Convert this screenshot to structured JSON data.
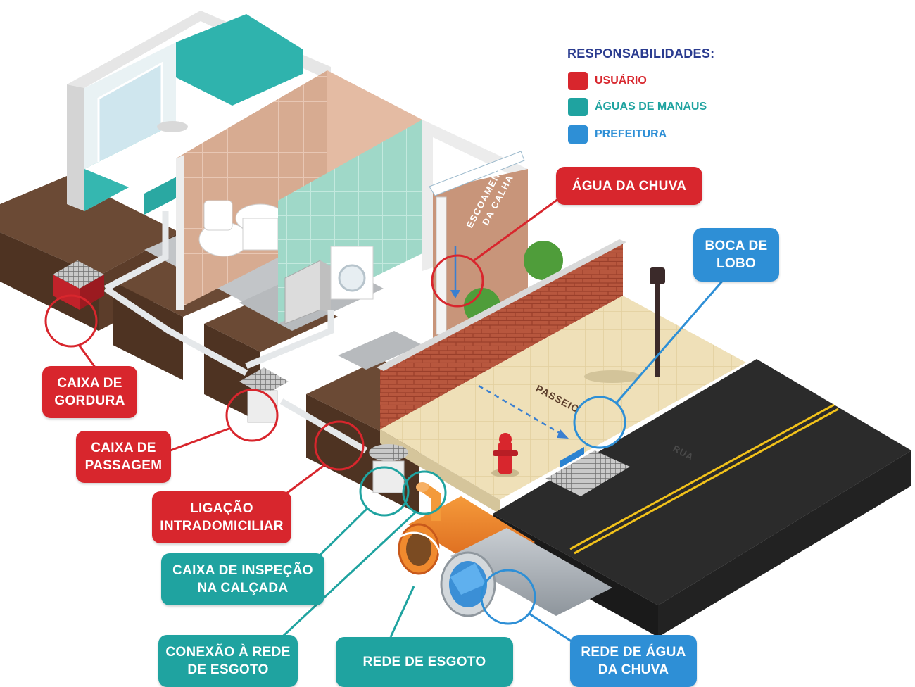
{
  "legend": {
    "title": "RESPONSABILIDADES:",
    "items": [
      {
        "label": "USUÁRIO",
        "color": "#d8262d"
      },
      {
        "label": "ÁGUAS DE MANAUS",
        "color": "#1fa3a0"
      },
      {
        "label": "PREFEITURA",
        "color": "#2e8fd6"
      }
    ]
  },
  "scene_labels": {
    "escoamento_1": "ESCOAMENTO",
    "escoamento_2": "DA CALHA",
    "passeio": "PASSEIO",
    "rua": "RUA"
  },
  "callouts": {
    "agua_da_chuva": {
      "line1": "ÁGUA DA CHUVA",
      "color": "#d8262d"
    },
    "boca_de_lobo": {
      "line1": "BOCA DE",
      "line2": "LOBO",
      "color": "#2e8fd6"
    },
    "caixa_de_gordura": {
      "line1": "CAIXA DE",
      "line2": "GORDURA",
      "color": "#d8262d"
    },
    "caixa_de_passagem": {
      "line1": "CAIXA DE",
      "line2": "PASSAGEM",
      "color": "#d8262d"
    },
    "ligacao_intradomiciliar": {
      "line1": "LIGAÇÃO",
      "line2": "INTRADOMICILIAR",
      "color": "#d8262d"
    },
    "caixa_de_inspecao": {
      "line1": "CAIXA DE INSPEÇÃO",
      "line2": "NA CALÇADA",
      "color": "#1fa3a0"
    },
    "conexao_rede": {
      "line1": "CONEXÃO À REDE",
      "line2": "DE ESGOTO",
      "color": "#1fa3a0"
    },
    "rede_de_esgoto": {
      "line1": "REDE DE ESGOTO",
      "color": "#1fa3a0"
    },
    "rede_agua_chuva": {
      "line1": "REDE DE ÁGUA",
      "line2": "DA CHUVA",
      "color": "#2e8fd6"
    }
  }
}
